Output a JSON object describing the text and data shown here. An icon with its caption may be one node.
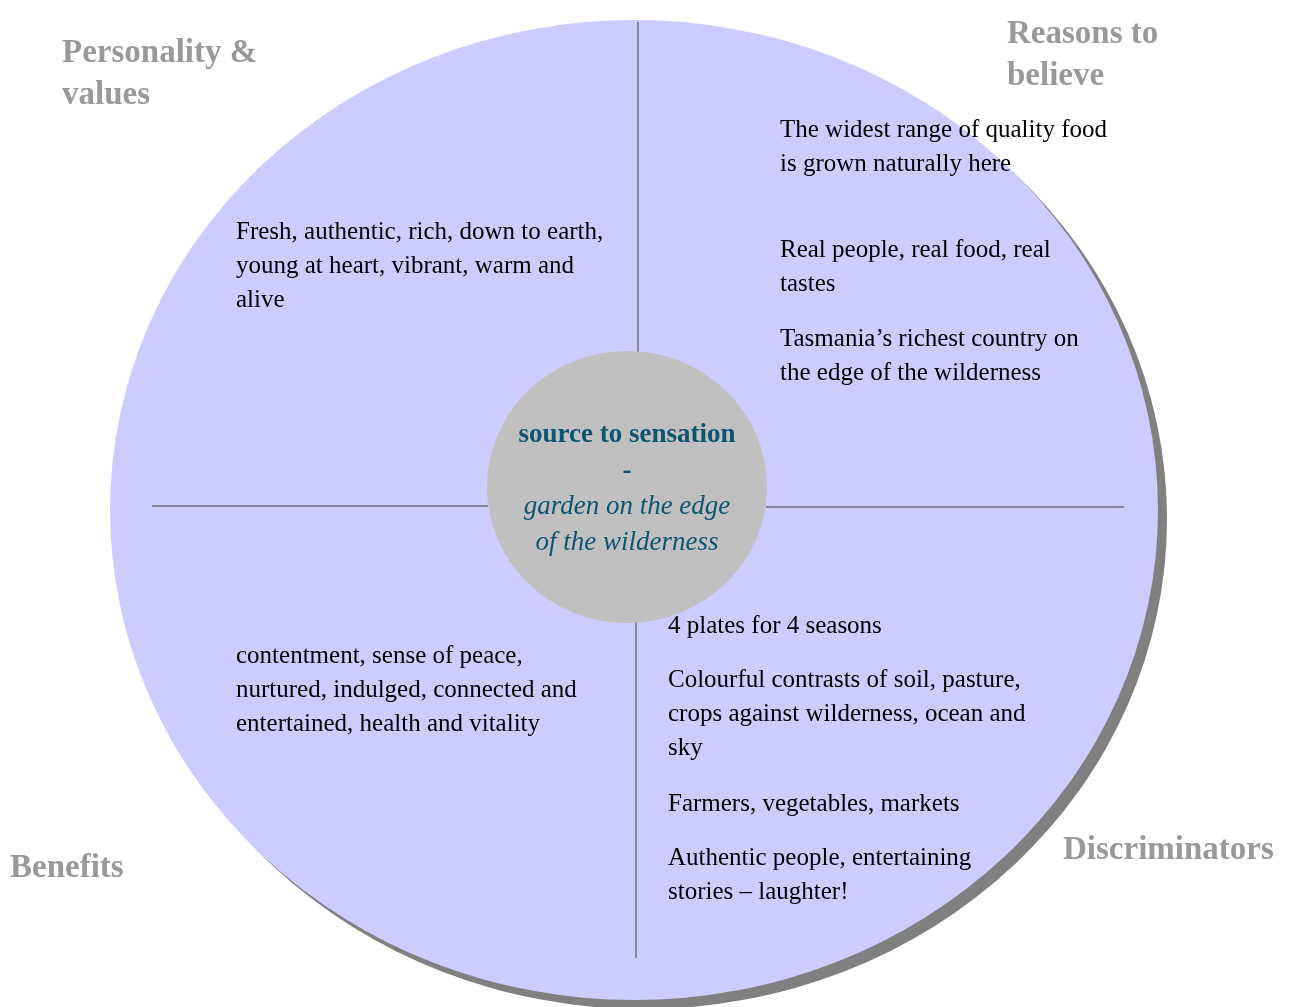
{
  "diagram": {
    "nodes": [
      {
        "text": [],
        "shape": "circle"
      },
      {
        "text": [
          "source to sensation -",
          "garden on the edge of the wilderness"
        ],
        "in": 0
      }
    ],
    "labels": [
      "Personality & values",
      "Reasons to believe",
      "Fresh, authentic, rich, down to earth, young at heart, vibrant, warm and alive",
      "The widest range of quality food is grown naturally here",
      "Real people, real food, real tastes",
      "Tasmania’s richest country on the edge of the wilderness",
      "4 plates for 4 seasons",
      "contentment, sense of peace, nurtured, indulged, connected and entertained, health and vitality",
      "Colourful contrasts of soil, pasture, crops against wilderness, ocean and sky",
      "Farmers, vegetables, markets",
      "Discriminators",
      "Authentic people, entertaining stories – laughter!",
      "Benefits"
    ]
  }
}
